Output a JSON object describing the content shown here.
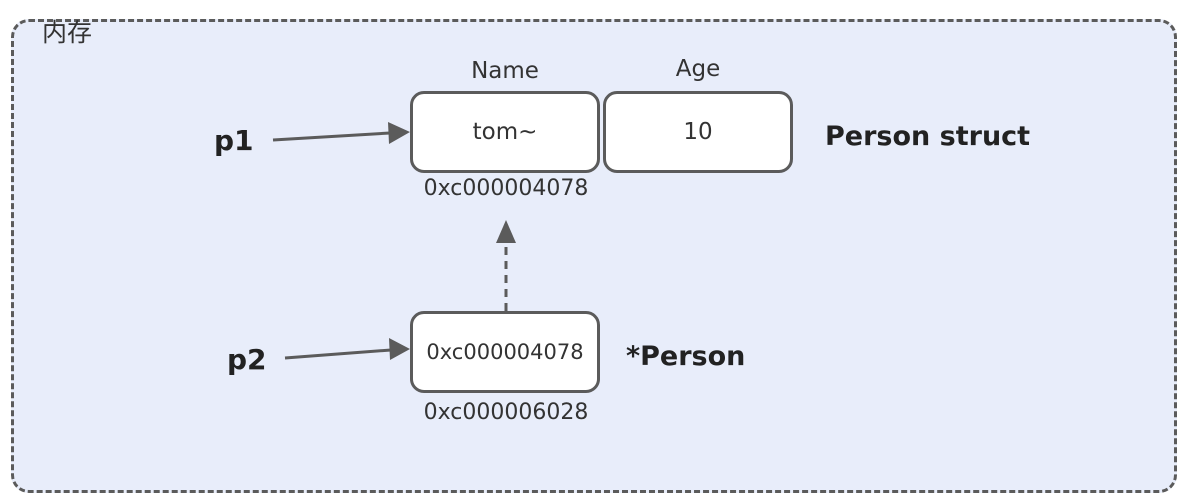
{
  "region": {
    "title": "内存"
  },
  "person_struct": {
    "fields": [
      {
        "header": "Name",
        "value": "tom~"
      },
      {
        "header": "Age",
        "value": "10"
      }
    ],
    "address": "0xc000004078",
    "type_label": "Person struct"
  },
  "pointer": {
    "value": "0xc000004078",
    "address": "0xc000006028",
    "type_label": "*Person"
  },
  "variables": {
    "p1": "p1",
    "p2": "p2"
  },
  "colors": {
    "region_fill": "#e8edfa",
    "stroke": "#5b5b5b",
    "box_fill": "#ffffff",
    "text": "#333333"
  }
}
